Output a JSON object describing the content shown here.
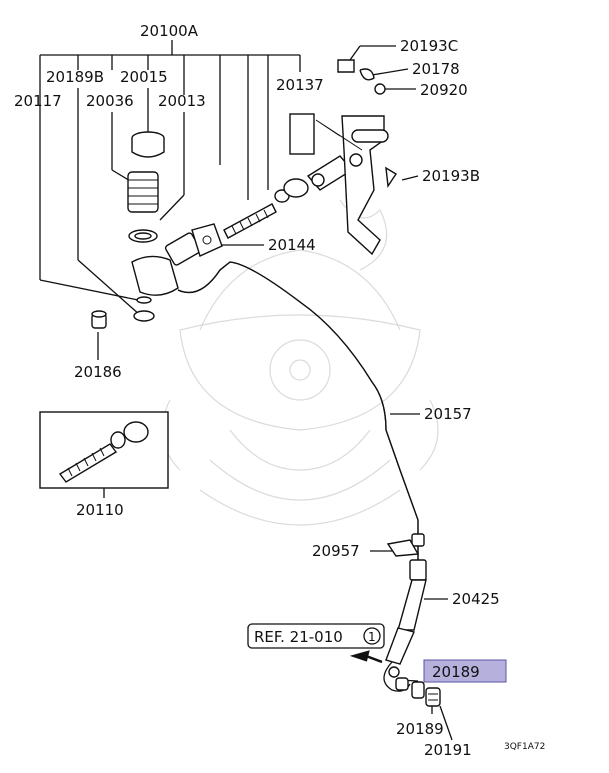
{
  "diagram": {
    "labels": {
      "p20100A": "20100A",
      "p20189B": "20189B",
      "p20015": "20015",
      "p20117": "20117",
      "p20036": "20036",
      "p20013": "20013",
      "p20137": "20137",
      "p20193C": "20193C",
      "p20178": "20178",
      "p20920": "20920",
      "p20193B": "20193B",
      "p20144": "20144",
      "p20186": "20186",
      "p20157": "20157",
      "p20110": "20110",
      "p20957": "20957",
      "p20425": "20425",
      "ref": "REF. 21-010",
      "ref_circle": "1",
      "p20189_highlight": "20189",
      "p20189": "20189",
      "p20191": "20191",
      "code": "3QF1A72"
    },
    "highlight_color": "#b5b0dc",
    "highlight_border": "#5a55a0"
  }
}
